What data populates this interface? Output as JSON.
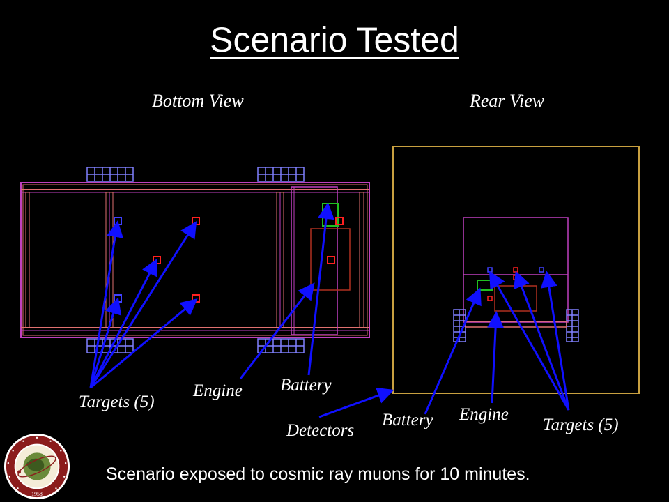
{
  "title": "Scenario Tested",
  "views": {
    "bottom": "Bottom View",
    "rear": "Rear View"
  },
  "labels": {
    "bottom_targets": "Targets (5)",
    "bottom_engine": "Engine",
    "bottom_battery": "Battery",
    "detectors": "Detectors",
    "rear_battery": "Battery",
    "rear_engine": "Engine",
    "rear_targets": "Targets (5)"
  },
  "caption": "Scenario exposed to cosmic ray muons for 10 minutes.",
  "logo": {
    "text": "FLORIDA INSTITUTE OF TECHNOLOGY",
    "year": "1958"
  },
  "colors": {
    "background": "#000000",
    "text": "#ffffff",
    "frame_magenta": "#c040c0",
    "frame_salmon": "#e07070",
    "wheels": "#8080ff",
    "target_red": "#ff2020",
    "target_blue": "#4040ff",
    "battery_green": "#20c020",
    "detector_gold": "#c8a040",
    "arrow_blue": "#1010ff",
    "logo_red": "#8b1c1c"
  }
}
